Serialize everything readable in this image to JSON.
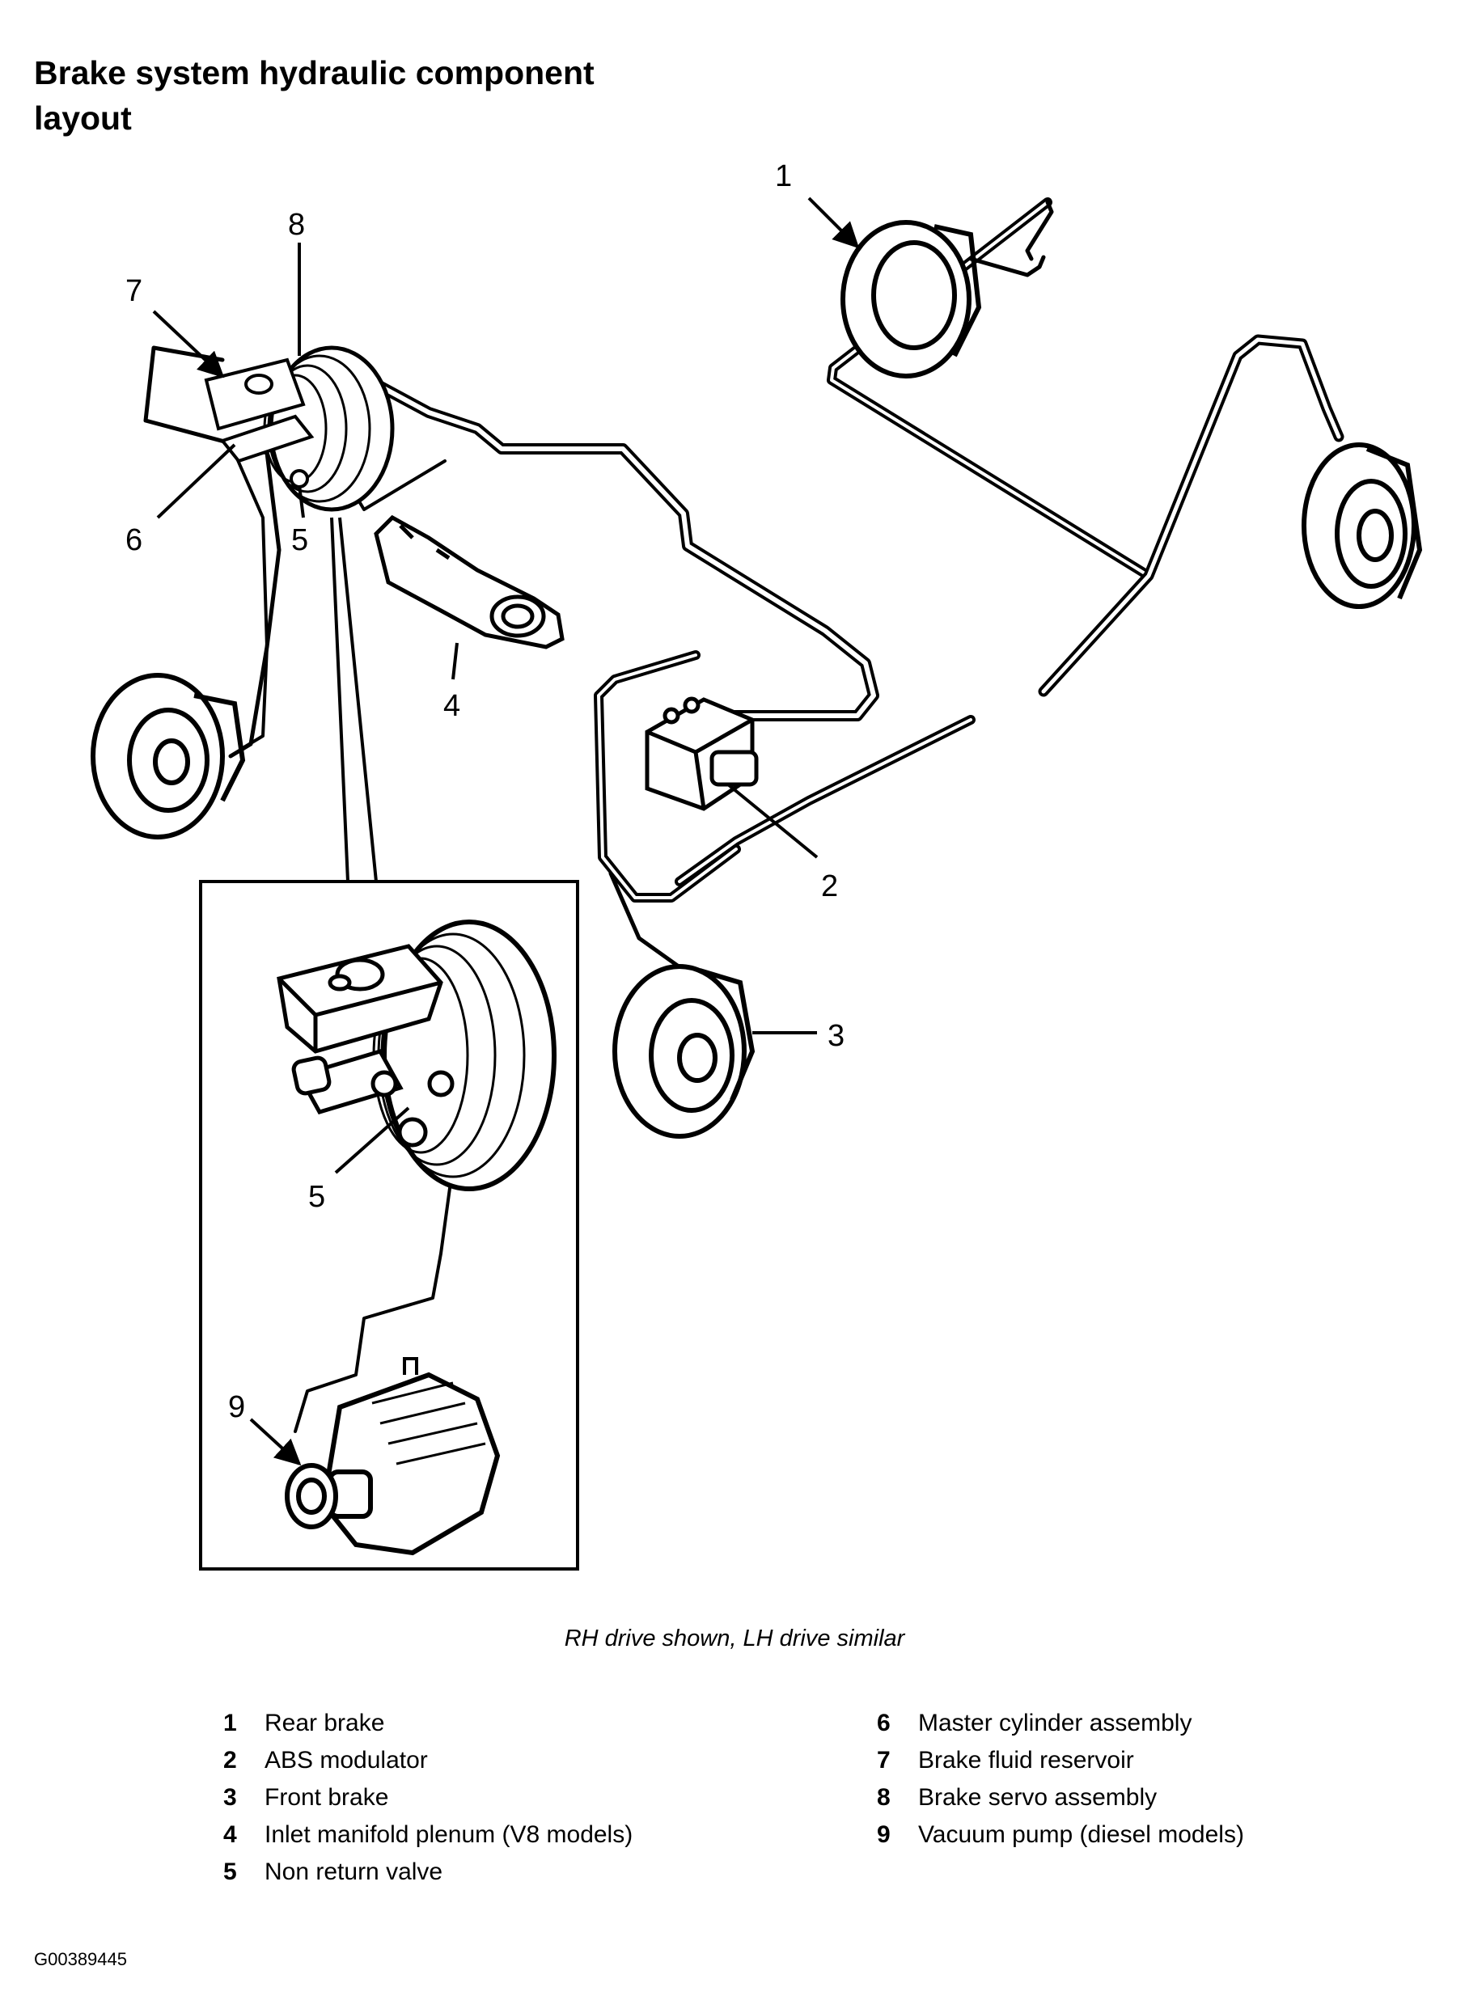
{
  "title": {
    "line1": "Brake system hydraulic component",
    "line2": "layout"
  },
  "callouts": [
    "1",
    "2",
    "3",
    "4",
    "5",
    "5",
    "6",
    "7",
    "8",
    "9"
  ],
  "caption": "RH drive shown, LH drive similar",
  "legend": {
    "left": [
      {
        "num": "1",
        "label": "Rear brake"
      },
      {
        "num": "2",
        "label": "ABS modulator"
      },
      {
        "num": "3",
        "label": "Front brake"
      },
      {
        "num": "4",
        "label": "Inlet manifold plenum (V8 models)"
      },
      {
        "num": "5",
        "label": "Non return valve"
      }
    ],
    "right": [
      {
        "num": "6",
        "label": "Master cylinder assembly"
      },
      {
        "num": "7",
        "label": "Brake fluid reservoir"
      },
      {
        "num": "8",
        "label": "Brake servo assembly"
      },
      {
        "num": "9",
        "label": "Vacuum pump (diesel models)"
      }
    ]
  },
  "figure_id": "G00389445",
  "colors": {
    "ink": "#000000",
    "paper": "#ffffff"
  }
}
